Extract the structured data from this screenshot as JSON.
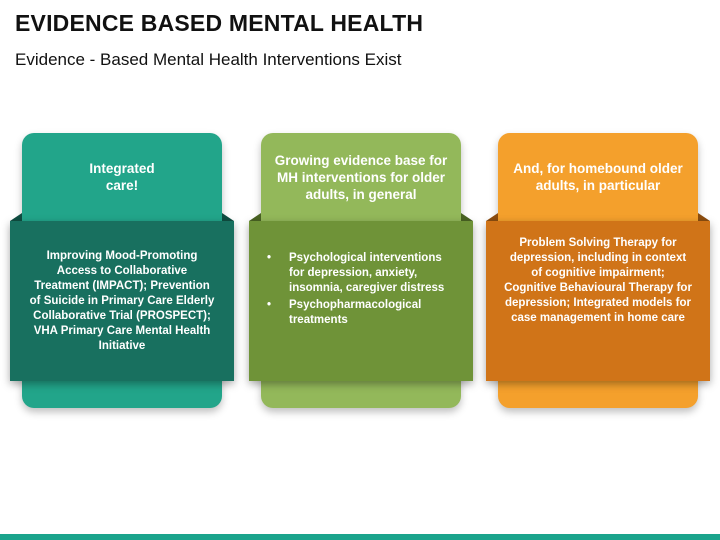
{
  "title": "EVIDENCE BASED MENTAL HEALTH",
  "subtitle": "Evidence - Based Mental Health Interventions Exist",
  "colors": {
    "teal_light": "#22a58a",
    "teal_dark": "#18705f",
    "green_light": "#93b85a",
    "green_dark": "#6f9338",
    "orange_light": "#f4a02c",
    "orange_dark": "#d07418",
    "bottom_bar": "#1aa48c"
  },
  "cards": [
    {
      "heading": "Integrated care!",
      "body": "Improving Mood-Promoting Access to Collaborative Treatment (IMPACT); Prevention of Suicide in Primary Care Elderly Collaborative Trial (PROSPECT); VHA Primary Care Mental Health Initiative"
    },
    {
      "heading": "Growing evidence base for MH interventions for older adults, in general",
      "bullets": [
        "Psychological interventions for depression, anxiety, insomnia, caregiver distress",
        "Psychopharmacological treatments"
      ]
    },
    {
      "heading": "And, for homebound older adults, in particular",
      "body": "Problem Solving Therapy for depression, including in context of cognitive impairment; Cognitive Behavioural Therapy for depression; Integrated models for case management in home care"
    }
  ]
}
